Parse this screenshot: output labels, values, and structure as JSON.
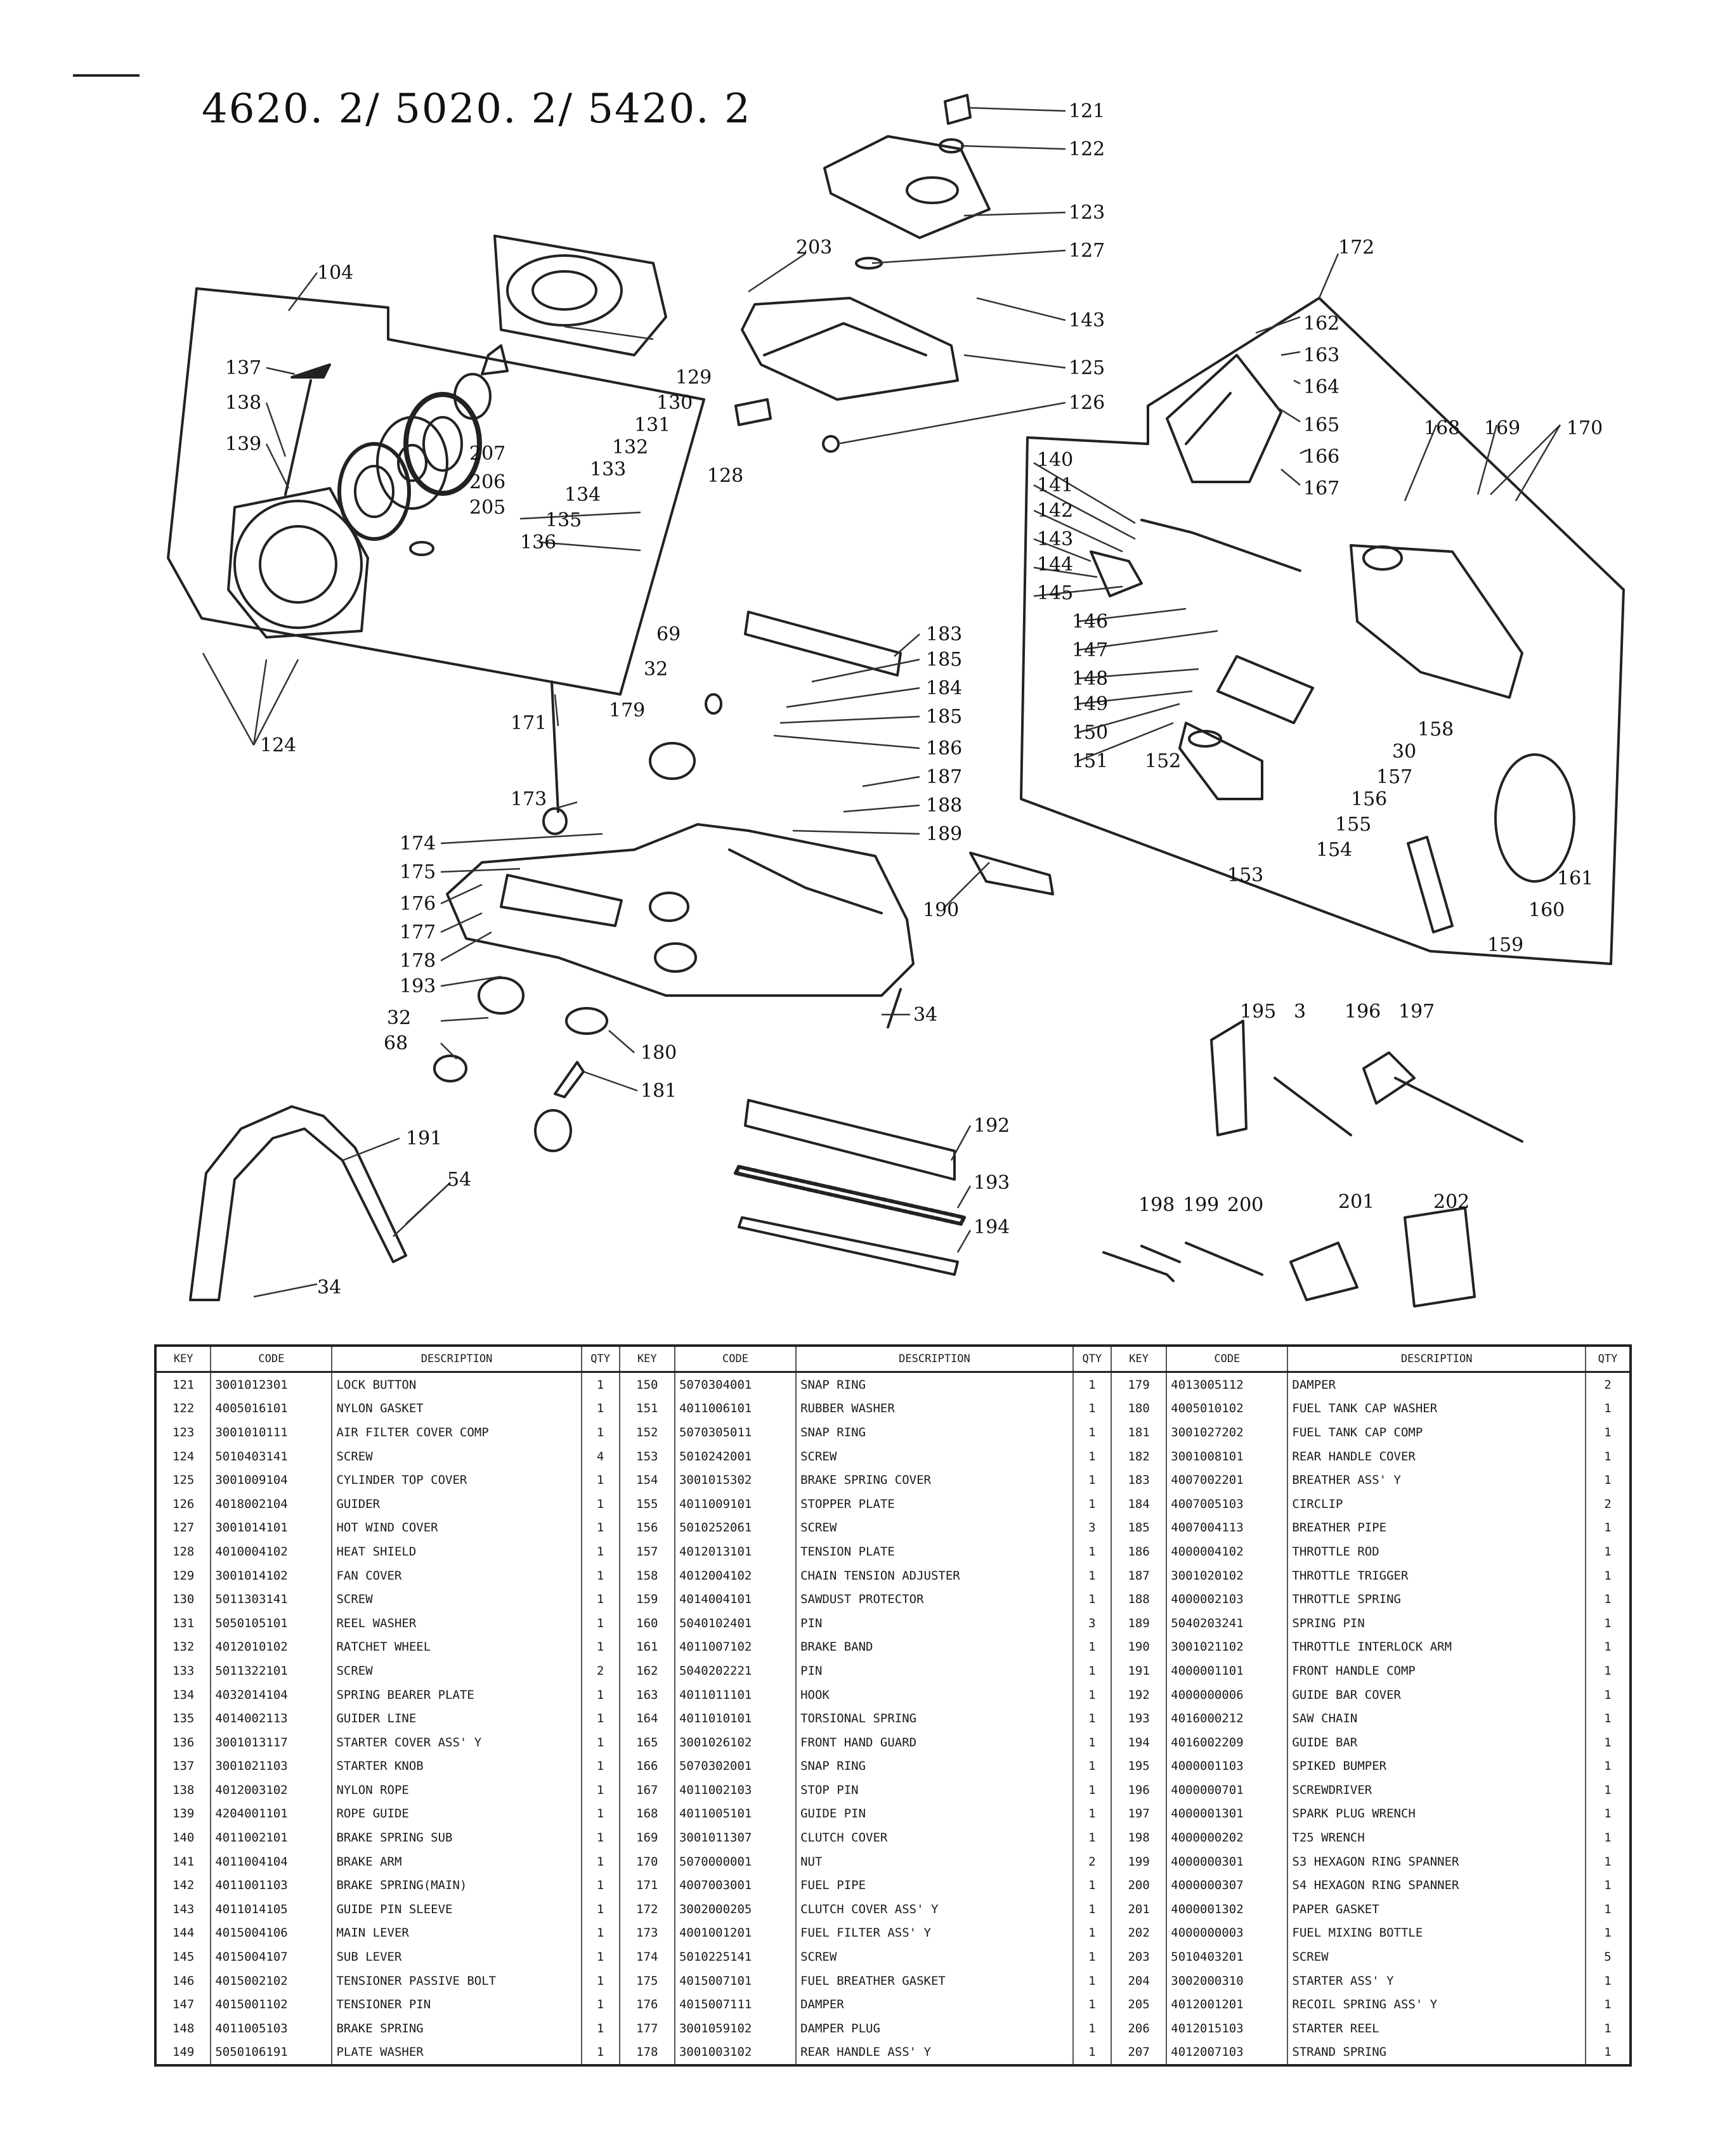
{
  "title": "4620. 2/ 5020. 2/ 5420. 2",
  "diagram_labels": {
    "l121": "121",
    "l122": "122",
    "l123": "123",
    "l127": "127",
    "l203": "203",
    "l143b": "143",
    "l125": "125",
    "l126": "126",
    "l128": "128",
    "l104": "104",
    "l137": "137",
    "l138": "138",
    "l139": "139",
    "l129": "129",
    "l130": "130",
    "l131": "131",
    "l132": "132",
    "l207": "207",
    "l206": "206",
    "l205": "205",
    "l133": "133",
    "l134": "134",
    "l135": "135",
    "l136": "136",
    "l124": "124",
    "l172": "172",
    "l162": "162",
    "l163": "163",
    "l164": "164",
    "l165": "165",
    "l166": "166",
    "l167": "167",
    "l168": "168",
    "l169": "169",
    "l170": "170",
    "l140": "140",
    "l141": "141",
    "l142": "142",
    "l143": "143",
    "l144": "144",
    "l145": "145",
    "l146": "146",
    "l147": "147",
    "l148": "148",
    "l149": "149",
    "l150": "150",
    "l151": "151",
    "l152": "152",
    "l153": "153",
    "l154": "154",
    "l155": "155",
    "l156": "156",
    "l157": "157",
    "l30b": "30",
    "l158": "158",
    "l159": "159",
    "l160": "160",
    "l161": "161",
    "l69": "69",
    "l32": "32",
    "l179": "179",
    "l183": "183",
    "l185": "185",
    "l184": "184",
    "l185b": "185",
    "l186": "186",
    "l187": "187",
    "l188": "188",
    "l189": "189",
    "l190": "190",
    "l171": "171",
    "l173": "173",
    "l174": "174",
    "l175": "175",
    "l176": "176",
    "l177": "177",
    "l178": "178",
    "l193": "193",
    "l32b": "32",
    "l68": "68",
    "l34": "34",
    "l180": "180",
    "l181": "181",
    "l195": "195",
    "l3": "3",
    "l196": "196",
    "l197": "197",
    "l191": "191",
    "l54": "54",
    "l34b": "34",
    "l192": "192",
    "l193b": "193",
    "l194": "194",
    "l198": "198",
    "l199": "199",
    "l200": "200",
    "l201": "201",
    "l202": "202"
  },
  "table": {
    "headers": [
      "KEY",
      "CODE",
      "DESCRIPTION",
      "QTY",
      "KEY",
      "CODE",
      "DESCRIPTION",
      "QTY",
      "KEY",
      "CODE",
      "DESCRIPTION",
      "QTY"
    ],
    "rows": [
      [
        "121",
        "3001012301",
        "LOCK BUTTON",
        "1",
        "150",
        "5070304001",
        "SNAP RING",
        "1",
        "179",
        "4013005112",
        "DAMPER",
        "2"
      ],
      [
        "122",
        "4005016101",
        "NYLON GASKET",
        "1",
        "151",
        "4011006101",
        "RUBBER WASHER",
        "1",
        "180",
        "4005010102",
        "FUEL TANK CAP WASHER",
        "1"
      ],
      [
        "123",
        "3001010111",
        "AIR FILTER COVER COMP",
        "1",
        "152",
        "5070305011",
        "SNAP RING",
        "1",
        "181",
        "3001027202",
        "FUEL TANK CAP COMP",
        "1"
      ],
      [
        "124",
        "5010403141",
        "SCREW",
        "4",
        "153",
        "5010242001",
        "SCREW",
        "1",
        "182",
        "3001008101",
        "REAR HANDLE COVER",
        "1"
      ],
      [
        "125",
        "3001009104",
        "CYLINDER TOP COVER",
        "1",
        "154",
        "3001015302",
        "BRAKE SPRING COVER",
        "1",
        "183",
        "4007002201",
        "BREATHER ASS' Y",
        "1"
      ],
      [
        "126",
        "4018002104",
        "GUIDER",
        "1",
        "155",
        "4011009101",
        "STOPPER PLATE",
        "1",
        "184",
        "4007005103",
        "CIRCLIP",
        "2"
      ],
      [
        "127",
        "3001014101",
        "HOT WIND COVER",
        "1",
        "156",
        "5010252061",
        "SCREW",
        "3",
        "185",
        "4007004113",
        "BREATHER PIPE",
        "1"
      ],
      [
        "128",
        "4010004102",
        "HEAT SHIELD",
        "1",
        "157",
        "4012013101",
        "TENSION PLATE",
        "1",
        "186",
        "4000004102",
        "THROTTLE ROD",
        "1"
      ],
      [
        "129",
        "3001014102",
        "FAN COVER",
        "1",
        "158",
        "4012004102",
        "CHAIN TENSION ADJUSTER",
        "1",
        "187",
        "3001020102",
        "THROTTLE TRIGGER",
        "1"
      ],
      [
        "130",
        "5011303141",
        "SCREW",
        "1",
        "159",
        "4014004101",
        "SAWDUST PROTECTOR",
        "1",
        "188",
        "4000002103",
        "THROTTLE SPRING",
        "1"
      ],
      [
        "131",
        "5050105101",
        "REEL WASHER",
        "1",
        "160",
        "5040102401",
        "PIN",
        "3",
        "189",
        "5040203241",
        "SPRING PIN",
        "1"
      ],
      [
        "132",
        "4012010102",
        "RATCHET WHEEL",
        "1",
        "161",
        "4011007102",
        "BRAKE BAND",
        "1",
        "190",
        "3001021102",
        "THROTTLE INTERLOCK ARM",
        "1"
      ],
      [
        "133",
        "5011322101",
        "SCREW",
        "2",
        "162",
        "5040202221",
        "PIN",
        "1",
        "191",
        "4000001101",
        "FRONT HANDLE COMP",
        "1"
      ],
      [
        "134",
        "4032014104",
        "SPRING BEARER PLATE",
        "1",
        "163",
        "4011011101",
        "HOOK",
        "1",
        "192",
        "4000000006",
        "GUIDE BAR COVER",
        "1"
      ],
      [
        "135",
        "4014002113",
        "GUIDER LINE",
        "1",
        "164",
        "4011010101",
        "TORSIONAL SPRING",
        "1",
        "193",
        "4016000212",
        "SAW CHAIN",
        "1"
      ],
      [
        "136",
        "3001013117",
        "STARTER COVER ASS' Y",
        "1",
        "165",
        "3001026102",
        "FRONT HAND GUARD",
        "1",
        "194",
        "4016002209",
        "GUIDE BAR",
        "1"
      ],
      [
        "137",
        "3001021103",
        "STARTER KNOB",
        "1",
        "166",
        "5070302001",
        "SNAP RING",
        "1",
        "195",
        "4000001103",
        "SPIKED BUMPER",
        "1"
      ],
      [
        "138",
        "4012003102",
        "NYLON ROPE",
        "1",
        "167",
        "4011002103",
        "STOP PIN",
        "1",
        "196",
        "4000000701",
        "SCREWDRIVER",
        "1"
      ],
      [
        "139",
        "4204001101",
        "ROPE GUIDE",
        "1",
        "168",
        "4011005101",
        "GUIDE PIN",
        "1",
        "197",
        "4000001301",
        "SPARK PLUG WRENCH",
        "1"
      ],
      [
        "140",
        "4011002101",
        "BRAKE SPRING SUB",
        "1",
        "169",
        "3001011307",
        "CLUTCH COVER",
        "1",
        "198",
        "4000000202",
        "T25 WRENCH",
        "1"
      ],
      [
        "141",
        "4011004104",
        "BRAKE ARM",
        "1",
        "170",
        "5070000001",
        "NUT",
        "2",
        "199",
        "4000000301",
        "S3 HEXAGON RING SPANNER",
        "1"
      ],
      [
        "142",
        "4011001103",
        "BRAKE SPRING(MAIN)",
        "1",
        "171",
        "4007003001",
        "FUEL PIPE",
        "1",
        "200",
        "4000000307",
        "S4 HEXAGON RING SPANNER",
        "1"
      ],
      [
        "143",
        "4011014105",
        "GUIDE PIN SLEEVE",
        "1",
        "172",
        "3002000205",
        "CLUTCH COVER ASS' Y",
        "1",
        "201",
        "4000001302",
        "PAPER GASKET",
        "1"
      ],
      [
        "144",
        "4015004106",
        "MAIN LEVER",
        "1",
        "173",
        "4001001201",
        "FUEL FILTER ASS' Y",
        "1",
        "202",
        "4000000003",
        "FUEL MIXING BOTTLE",
        "1"
      ],
      [
        "145",
        "4015004107",
        "SUB LEVER",
        "1",
        "174",
        "5010225141",
        "SCREW",
        "1",
        "203",
        "5010403201",
        "SCREW",
        "5"
      ],
      [
        "146",
        "4015002102",
        "TENSIONER PASSIVE BOLT",
        "1",
        "175",
        "4015007101",
        "FUEL BREATHER GASKET",
        "1",
        "204",
        "3002000310",
        "STARTER ASS' Y",
        "1"
      ],
      [
        "147",
        "4015001102",
        "TENSIONER PIN",
        "1",
        "176",
        "4015007111",
        "DAMPER",
        "1",
        "205",
        "4012001201",
        "RECOIL SPRING ASS' Y",
        "1"
      ],
      [
        "148",
        "4011005103",
        "BRAKE SPRING",
        "1",
        "177",
        "3001059102",
        "DAMPER PLUG",
        "1",
        "206",
        "4012015103",
        "STARTER REEL",
        "1"
      ],
      [
        "149",
        "5050106191",
        "PLATE WASHER",
        "1",
        "178",
        "3001003102",
        "REAR HANDLE ASS' Y",
        "1",
        "207",
        "4012007103",
        "STRAND SPRING",
        "1"
      ]
    ]
  }
}
